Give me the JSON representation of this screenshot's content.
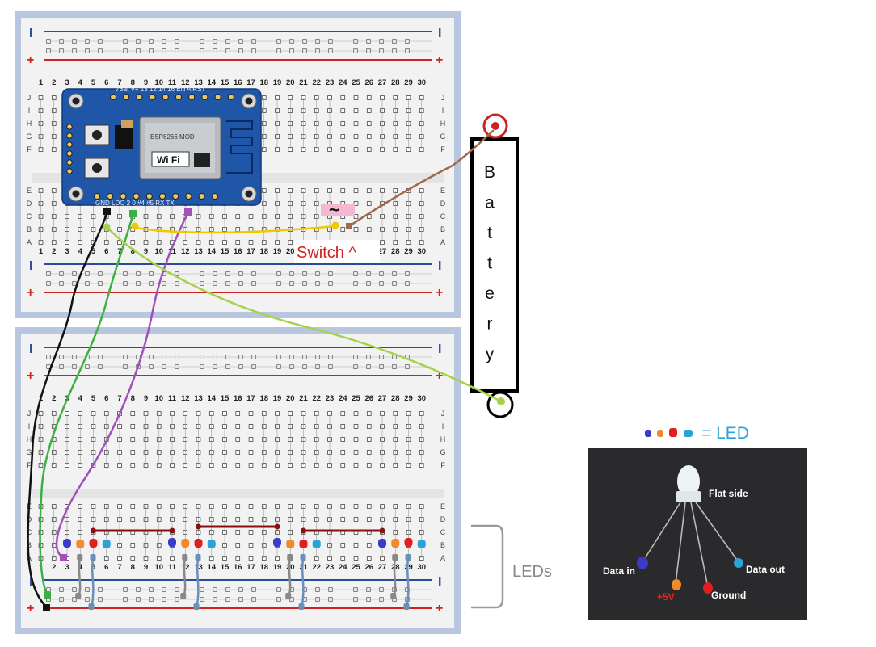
{
  "columns": [
    "1",
    "2",
    "3",
    "4",
    "5",
    "6",
    "7",
    "8",
    "9",
    "10",
    "11",
    "12",
    "13",
    "14",
    "15",
    "16",
    "17",
    "18",
    "19",
    "20",
    "21",
    "22",
    "23",
    "24",
    "25",
    "26",
    "27",
    "28",
    "29",
    "30"
  ],
  "row_labels_top": [
    "J",
    "I",
    "H",
    "G",
    "F"
  ],
  "row_labels_bottom": [
    "E",
    "D",
    "C",
    "B",
    "A"
  ],
  "rail_signs": {
    "minus": "I",
    "plus": "+"
  },
  "battery": {
    "letters": [
      "B",
      "a",
      "t",
      "t",
      "e",
      "r",
      "y"
    ]
  },
  "switch": {
    "label": "Switch ^",
    "symbol": "~"
  },
  "leds_label": "LEDs",
  "led_legend": {
    "text": "= LED",
    "dot_colors": [
      "#3b3bc8",
      "#f08a2a",
      "#e02020",
      "#2ba3d6"
    ]
  },
  "led_photo": {
    "flat_side": "Flat side",
    "data_in": "Data in",
    "plus5v": "+5V",
    "ground": "Ground",
    "data_out": "Data out"
  },
  "esp_module": {
    "top_pins": "VBat V+ 13 12 14 16 EN A RST",
    "bottom_pins": "GND LDO 2 0 #4 #5 RX TX",
    "chip_brand": "Wi Fi",
    "chip_model": "ESP8266 MOD"
  },
  "colors": {
    "board_frame": "#b9c6e0",
    "board": "#f2f2f2",
    "rail_red": "#cc2222",
    "rail_blue": "#2a4a9a",
    "esp_board": "#1f56a8",
    "wire_black": "#111111",
    "wire_green": "#3cb043",
    "wire_purple": "#a050b8",
    "wire_yellow": "#f0c800",
    "wire_brown": "#a06a48",
    "wire_lime": "#a6d24a",
    "wire_gray": "#888888",
    "wire_blue": "#6a8fb8",
    "jumper_red": "#8a1010"
  }
}
